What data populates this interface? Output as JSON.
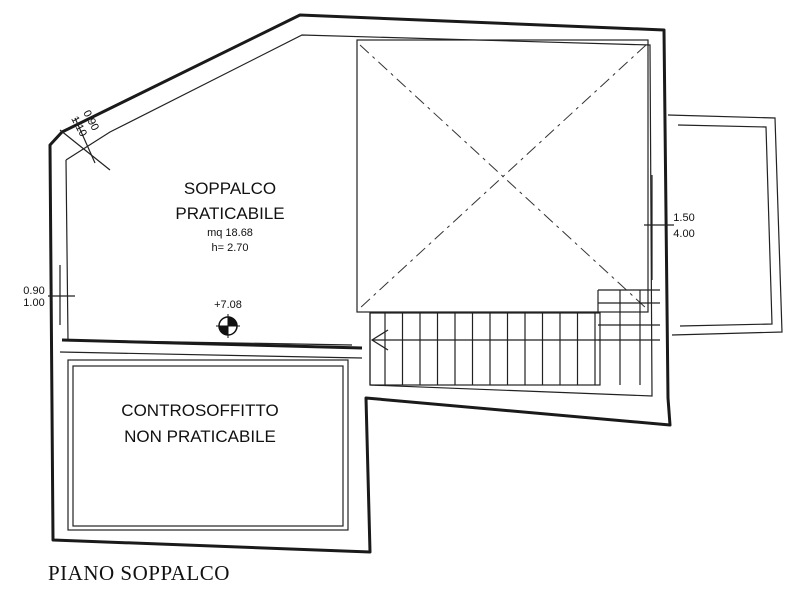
{
  "plan": {
    "title": "PIANO SOPPALCO",
    "mezzanine": {
      "line1": "SOPPALCO",
      "line2": "PRATICABILE",
      "area": "mq  18.68",
      "height": "h= 2.70"
    },
    "level_mark": "+7.08",
    "ceiling": {
      "line1": "CONTROSOFFITTO",
      "line2": "NON PRATICABILE"
    },
    "window_left": {
      "top": "0.90",
      "bottom": "1.00"
    },
    "window_diagonal": {
      "top": "0.90",
      "bottom": "1.10"
    },
    "window_right": {
      "top": "1.50",
      "bottom": "4.00"
    }
  }
}
